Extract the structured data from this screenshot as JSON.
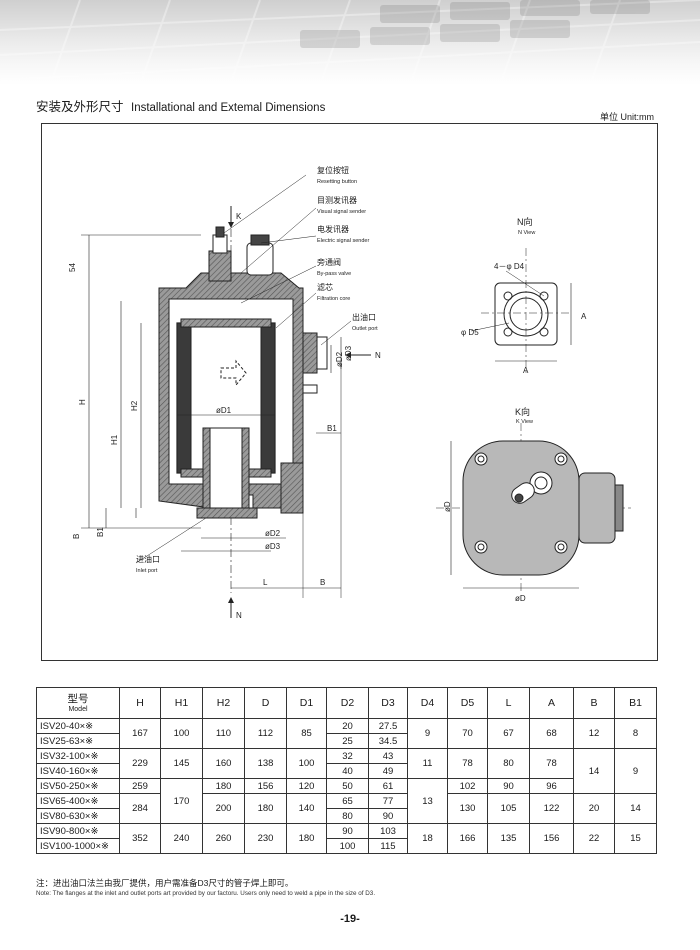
{
  "header": {
    "title_cn": "安装及外形尺寸",
    "title_en": "Installational and Extemal Dimensions",
    "unit": "单位 Unit:mm"
  },
  "drawing": {
    "callouts": [
      {
        "cn": "复位按钮",
        "en": "Resetting button"
      },
      {
        "cn": "目测发讯器",
        "en": "Visual signal sender"
      },
      {
        "cn": "电发讯器",
        "en": "Electric signal sender"
      },
      {
        "cn": "旁通阀",
        "en": "By-pass valve"
      },
      {
        "cn": "滤芯",
        "en": "Filtration core"
      },
      {
        "cn": "出油口",
        "en": "Outlet port"
      },
      {
        "cn": "进油口",
        "en": "Inlet port"
      }
    ],
    "dims": {
      "k": "K",
      "n": "N",
      "d54": "54",
      "h": "H",
      "h1": "H1",
      "h2": "H2",
      "b": "B",
      "b1": "B1",
      "d1": "øD1",
      "d2": "øD2",
      "d3": "øD3",
      "l": "L",
      "d": "øD",
      "four_d4": "4－φ D4",
      "d5": "φ D5",
      "a": "A"
    },
    "views": {
      "n_cn": "N向",
      "n_en": "N View",
      "k_cn": "K向",
      "k_en": "K View"
    }
  },
  "table": {
    "headers": {
      "model_cn": "型号",
      "model_en": "Model",
      "cols": [
        "H",
        "H1",
        "H2",
        "D",
        "D1",
        "D2",
        "D3",
        "D4",
        "D5",
        "L",
        "A",
        "B",
        "B1"
      ]
    },
    "models": [
      "ISV20-40×※",
      "ISV25-63×※",
      "ISV32-100×※",
      "ISV40-160×※",
      "ISV50-250×※",
      "ISV65-400×※",
      "ISV80-630×※",
      "ISV90-800×※",
      "ISV100-1000×※"
    ],
    "H": [
      "167",
      "229",
      "259",
      "284",
      "352"
    ],
    "H1": [
      "100",
      "145",
      "170",
      "240"
    ],
    "H2": [
      "110",
      "160",
      "180",
      "200",
      "260"
    ],
    "D": [
      "112",
      "138",
      "156",
      "180",
      "230"
    ],
    "D1": [
      "85",
      "100",
      "120",
      "140",
      "180"
    ],
    "D2": [
      "20",
      "25",
      "32",
      "40",
      "50",
      "65",
      "80",
      "90",
      "100"
    ],
    "D3": [
      "27.5",
      "34.5",
      "43",
      "49",
      "61",
      "77",
      "90",
      "103",
      "115"
    ],
    "D4": [
      "9",
      "11",
      "13",
      "18"
    ],
    "D5": [
      "70",
      "78",
      "102",
      "130",
      "166"
    ],
    "L": [
      "67",
      "80",
      "90",
      "105",
      "135"
    ],
    "A": [
      "68",
      "78",
      "96",
      "122",
      "156"
    ],
    "B": [
      "12",
      "14",
      "20",
      "22"
    ],
    "B1": [
      "8",
      "9",
      "14",
      "15"
    ]
  },
  "notes": {
    "cn": "注：进出油口法兰由我厂提供，用户需准备D3尺寸的管子焊上即可。",
    "en": "Note: The flanges at the inlet and outlet ports art provided by our factoru. Users only need to weld a pipe in the size of D3."
  },
  "page_number": "-19-"
}
